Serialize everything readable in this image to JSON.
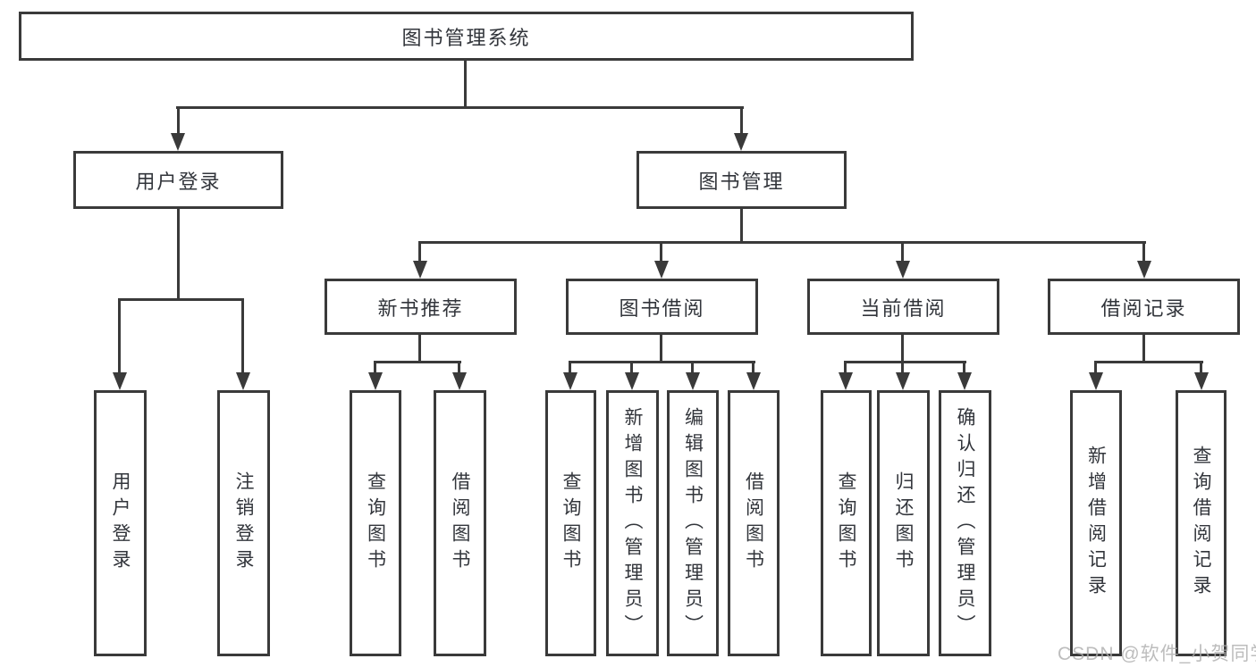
{
  "tree": {
    "label": "图书管理系统",
    "children": [
      {
        "label": "用户登录",
        "children": [
          {
            "label": "用户登录"
          },
          {
            "label": "注销登录"
          }
        ]
      },
      {
        "label": "图书管理",
        "children": [
          {
            "label": "新书推荐",
            "children": [
              {
                "label": "查询图书"
              },
              {
                "label": "借阅图书"
              }
            ]
          },
          {
            "label": "图书借阅",
            "children": [
              {
                "label": "查询图书"
              },
              {
                "label": "新增图书（管理员）"
              },
              {
                "label": "编辑图书（管理员）"
              },
              {
                "label": "借阅图书"
              }
            ]
          },
          {
            "label": "当前借阅",
            "children": [
              {
                "label": "查询图书"
              },
              {
                "label": "归还图书"
              },
              {
                "label": "确认归还（管理员）"
              }
            ]
          },
          {
            "label": "借阅记录",
            "children": [
              {
                "label": "新增借阅记录"
              },
              {
                "label": "查询借阅记录"
              }
            ]
          }
        ]
      }
    ]
  },
  "watermark": {
    "text": "CSDN @软件_小贺同学"
  },
  "colors": {
    "line": "#3a3a3a",
    "text": "#32353b",
    "background": "#ffffff",
    "watermark": "#acacac"
  }
}
